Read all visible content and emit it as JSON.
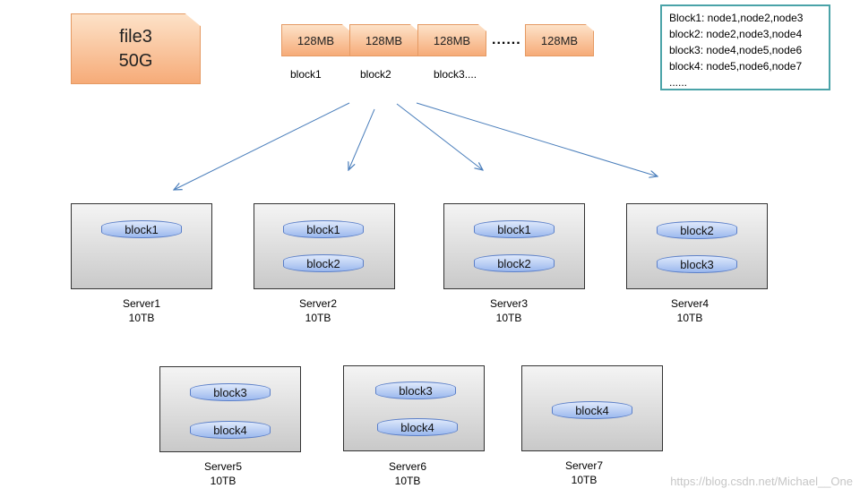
{
  "file": {
    "name": "file3",
    "size": "50G"
  },
  "chunks": [
    {
      "size": "128MB",
      "label": "block1"
    },
    {
      "size": "128MB",
      "label": "block2"
    },
    {
      "size": "128MB",
      "label": "block3...."
    },
    {
      "size": "128MB",
      "label": ""
    }
  ],
  "ellipsis": "......",
  "legend": [
    "Block1: node1,node2,node3",
    "block2: node2,node3,node4",
    "block3: node4,node5,node6",
    "block4: node5,node6,node7",
    "......"
  ],
  "servers": [
    {
      "name": "Server1",
      "capacity": "10TB",
      "blocks": [
        "block1"
      ]
    },
    {
      "name": "Server2",
      "capacity": "10TB",
      "blocks": [
        "block1",
        "block2"
      ]
    },
    {
      "name": "Server3",
      "capacity": "10TB",
      "blocks": [
        "block1",
        "block2"
      ]
    },
    {
      "name": "Server4",
      "capacity": "10TB",
      "blocks": [
        "block2",
        "block3"
      ]
    },
    {
      "name": "Server5",
      "capacity": "10TB",
      "blocks": [
        "block3",
        "block4"
      ]
    },
    {
      "name": "Server6",
      "capacity": "10TB",
      "blocks": [
        "block3",
        "block4"
      ]
    },
    {
      "name": "Server7",
      "capacity": "10TB",
      "blocks": [
        "block4"
      ]
    }
  ],
  "watermark": "https://blog.csdn.net/Michael__One",
  "colors": {
    "arrow": "#4a7ebb",
    "legend_border": "#4aa3a8",
    "chunk_fill": "#f6ab78"
  }
}
